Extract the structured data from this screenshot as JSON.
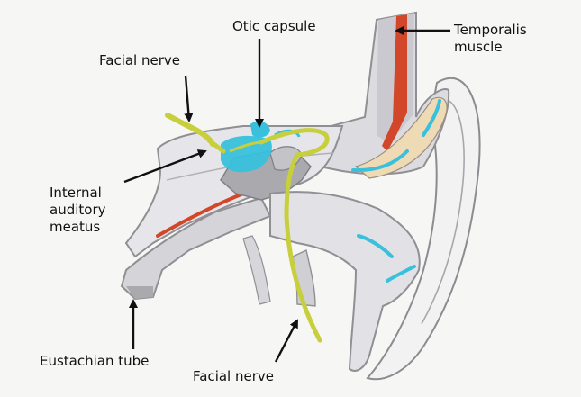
{
  "labels": {
    "otic_capsule": "Otic capsule",
    "temporalis_muscle_line1": "Temporalis",
    "temporalis_muscle_line2": "muscle",
    "facial_nerve_top": "Facial nerve",
    "internal_auditory_meatus_line1": "Internal",
    "internal_auditory_meatus_line2": "auditory",
    "internal_auditory_meatus_line3": "meatus",
    "eustachian_tube": "Eustachian tube",
    "facial_nerve_bottom": "Facial nerve"
  },
  "colors": {
    "background": "#f6f6f4",
    "bone_light": "#e8e8ec",
    "bone_mid": "#d3d3d8",
    "bone_dark": "#a9a9ae",
    "cartilage": "#eedbb5",
    "muscle_red": "#d2462a",
    "nerve_yellow": "#c7cf3c",
    "otic_blue": "#38c0dc",
    "outline": "#8f8f94",
    "arrow": "#111111"
  }
}
